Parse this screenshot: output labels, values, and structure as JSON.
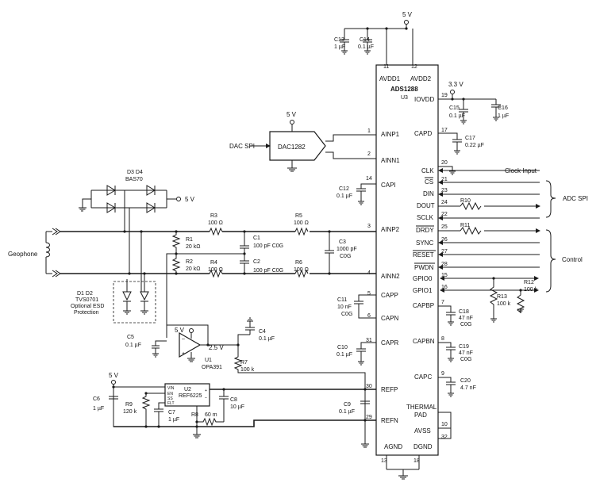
{
  "supplies": {
    "v5": "5 V",
    "v33": "3.3 V"
  },
  "ic": {
    "name": "ADS1288",
    "ref": "U3",
    "pins": {
      "avdd1": "AVDD1",
      "avdd2": "AVDD2",
      "ainp1": "AINP1",
      "ainn1": "AINN1",
      "capi": "CAPI",
      "ainp2": "AINP2",
      "ainn2": "AINN2",
      "capp": "CAPP",
      "capn": "CAPN",
      "capr": "CAPR",
      "refp": "REFP",
      "refn": "REFN",
      "agnd": "AGND",
      "dgnd": "DGND",
      "iovdd": "IOVDD",
      "capd": "CAPD",
      "clk": "CLK",
      "cs": "CS",
      "din": "DIN",
      "dout": "DOUT",
      "sclk": "SCLK",
      "drdy": "DRDY",
      "sync": "SYNC",
      "reset": "RESET",
      "pwdn": "PWDN",
      "gpio0": "GPIO0",
      "gpio1": "GPIO1",
      "capbp": "CAPBP",
      "capbn": "CAPBN",
      "capc": "CAPC",
      "thermal": "THERMAL",
      "pad": "PAD",
      "avss": "AVSS"
    },
    "pinnums": {
      "n11": "11",
      "n12": "12",
      "n1": "1",
      "n2": "2",
      "n14": "14",
      "n3": "3",
      "n4": "4",
      "n5": "5",
      "n6": "6",
      "n31": "31",
      "n30": "30",
      "n29": "29",
      "n13": "13",
      "n18": "18",
      "n19": "19",
      "n17": "17",
      "n20": "20",
      "n21": "21",
      "n23": "23",
      "n24": "24",
      "n22": "22",
      "n25": "25",
      "n26": "26",
      "n27": "27",
      "n28": "28",
      "n15": "15",
      "n16": "16",
      "n7": "7",
      "n8": "8",
      "n9": "9",
      "n10": "10",
      "n32": "32"
    }
  },
  "dac": {
    "name": "DAC1282",
    "spi_label": "DAC SPI"
  },
  "signals": {
    "clock_input": "Clock Input",
    "adc_spi": "ADC SPI",
    "control": "Control"
  },
  "input": {
    "geophone": "Geophone"
  },
  "opamp": {
    "ref": "U1",
    "name": "OPA391",
    "minus": "–",
    "plus": "+",
    "output_label": "2.5 V"
  },
  "reference": {
    "ref": "U2",
    "name": "REF6225",
    "pins": {
      "vin": "VIN",
      "en": "EN",
      "ss": "SS",
      "filt": "FLT",
      "plus": "+",
      "minus": "–"
    }
  },
  "parts": {
    "c13": {
      "ref": "C13",
      "value": "1 µF"
    },
    "c14": {
      "ref": "C14",
      "value": "0.1 µF"
    },
    "c15": {
      "ref": "C15",
      "value": "0.1 µF"
    },
    "c16": {
      "ref": "C16",
      "value": "1 µF"
    },
    "c17": {
      "ref": "C17",
      "value": "0.22 µF"
    },
    "c12": {
      "ref": "C12",
      "value": "0.1 µF"
    },
    "r10": {
      "ref": "R10"
    },
    "r11": {
      "ref": "R11"
    },
    "r12": {
      "ref": "R12",
      "value": "100 k"
    },
    "r13": {
      "ref": "R13",
      "value": "100 k"
    },
    "c18": {
      "ref": "C18",
      "value": "47 nF",
      "type": "C0G"
    },
    "c19": {
      "ref": "C19",
      "value": "47 nF",
      "type": "C0G"
    },
    "c20": {
      "ref": "C20",
      "value": "4.7 nF"
    },
    "r3": {
      "ref": "R3",
      "value": "100 Ω"
    },
    "r5": {
      "ref": "R5",
      "value": "100 Ω"
    },
    "r4": {
      "ref": "R4",
      "value": "100 Ω"
    },
    "r6": {
      "ref": "R6",
      "value": "100 Ω"
    },
    "c1": {
      "ref": "C1",
      "value": "100 pF C0G"
    },
    "c2": {
      "ref": "C2",
      "value": "100 pF C0G"
    },
    "c3": {
      "ref": "C3",
      "value": "1000 pF",
      "type": "C0G"
    },
    "r1": {
      "ref": "R1",
      "value": "20 kΩ"
    },
    "r2": {
      "ref": "R2",
      "value": "20 kΩ"
    },
    "d3d4": {
      "ref": "D3 D4",
      "value": "BAS70"
    },
    "d1d2": {
      "ref": "D1 D2",
      "value": "TVS0701",
      "desc1": "Optional ESD",
      "desc2": "Protection"
    },
    "c5": {
      "ref": "C5",
      "value": "0.1 µF"
    },
    "c4": {
      "ref": "C4",
      "value": "0.1 µF"
    },
    "r7": {
      "ref": "R7",
      "value": "100 k"
    },
    "c11": {
      "ref": "C11",
      "value": "10 nF",
      "type": "C0G"
    },
    "c10": {
      "ref": "C10",
      "value": "0.1 µF"
    },
    "c6": {
      "ref": "C6",
      "value": "1 µF"
    },
    "r9": {
      "ref": "R9",
      "value": "120 k"
    },
    "c7": {
      "ref": "C7",
      "value": "1 µF"
    },
    "c8": {
      "ref": "C8",
      "value": "10 µF"
    },
    "r8": {
      "ref": "R8",
      "value": "60 m"
    },
    "c9": {
      "ref": "C9",
      "value": "0.1 µF"
    }
  }
}
